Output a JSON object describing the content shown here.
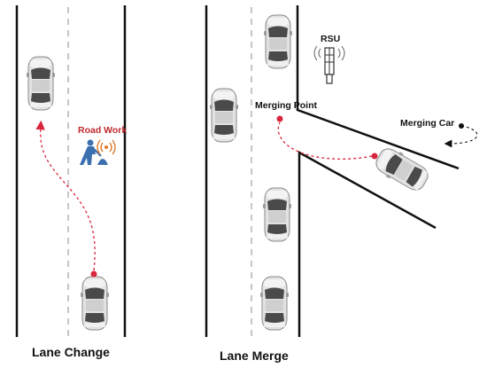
{
  "captions": {
    "left": "Lane Change",
    "right": "Lane Merge"
  },
  "labels": {
    "road_work": "Road Work",
    "rsu": "RSU",
    "merging_point": "Merging Point",
    "merging_car": "Merging  Car"
  },
  "colors": {
    "road_line": "#111111",
    "lane_dash": "#b8b8b8",
    "trajectory": "#d7263d",
    "road_work_text": "#c0282d",
    "worker": "#3a6fb0",
    "signal": "#e07b2a",
    "car_body": "#d9d9d9",
    "car_glass": "#4a4a4a"
  },
  "icons": [
    "road-work-worker-icon",
    "rsu-antenna-icon",
    "car-icon"
  ]
}
